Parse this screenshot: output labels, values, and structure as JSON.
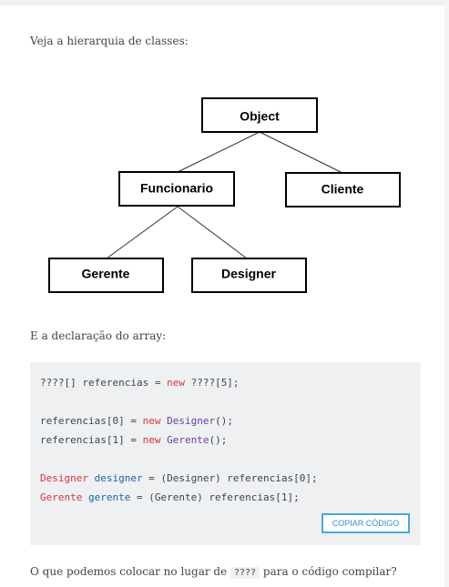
{
  "intro_text": "Veja a hierarquia de classes:",
  "diagram": {
    "nodes": {
      "object": "Object",
      "funcionario": "Funcionario",
      "cliente": "Cliente",
      "gerente": "Gerente",
      "designer": "Designer"
    }
  },
  "array_text": "E a declaração do array:",
  "code": {
    "line1": {
      "a": "????[] referencias = ",
      "kw": "new",
      "b": " ????[5];"
    },
    "line2": {
      "a": "referencias[0] = ",
      "kw": "new",
      "cls": "Designer",
      "b": "();"
    },
    "line3": {
      "a": "referencias[1] = ",
      "kw": "new",
      "cls": "Gerente",
      "b": "();"
    },
    "line4": {
      "type": "Designer",
      "var": "designer",
      "b": " = (Designer) referencias[0];"
    },
    "line5": {
      "type": "Gerente",
      "var": "gerente",
      "b": " = (Gerente) referencias[1];"
    }
  },
  "copy_button_label": "COPIAR CÓDIGO",
  "question": {
    "before": "O que podemos colocar no lugar de ",
    "code": "????",
    "after": " para o código compilar?"
  },
  "colors": {
    "keyword": "#d9333f",
    "class": "#6b3fa0",
    "variable": "#1f61a8",
    "button_border": "#4aa8d8"
  }
}
